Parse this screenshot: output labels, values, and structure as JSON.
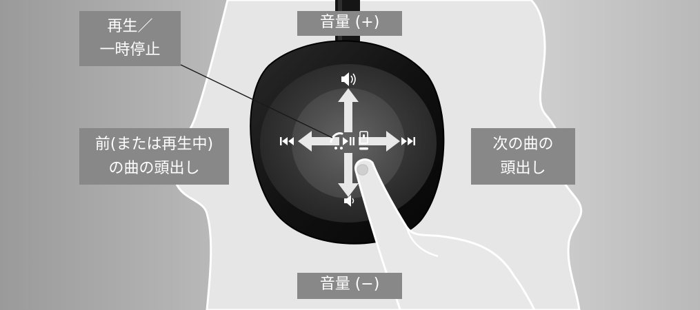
{
  "labels": {
    "volume_up": "音量 (+)",
    "volume_down": "音量 (−)",
    "play_pause": [
      "再生／",
      "一時停止"
    ],
    "previous": [
      "前(または再生中)",
      "の曲の頭出し"
    ],
    "next": [
      "次の曲の",
      "頭出し"
    ]
  },
  "icons": {
    "volume_up": "speaker-plus-icon",
    "volume_down": "speaker-minus-icon",
    "previous": "skip-back-icon",
    "next": "skip-forward-icon",
    "call": "phone-icon",
    "play_pause": "play-pause-icon",
    "voice_assist": "phone-voice-icon",
    "tap": "finger-icon"
  },
  "colors": {
    "label_bg": "#888888",
    "label_text": "#ffffff",
    "earcup": "#0d0d0d",
    "touch_panel": "#2d2d2d",
    "arrow": "#e6e6e6",
    "head_silhouette": "#e4e4e4"
  }
}
